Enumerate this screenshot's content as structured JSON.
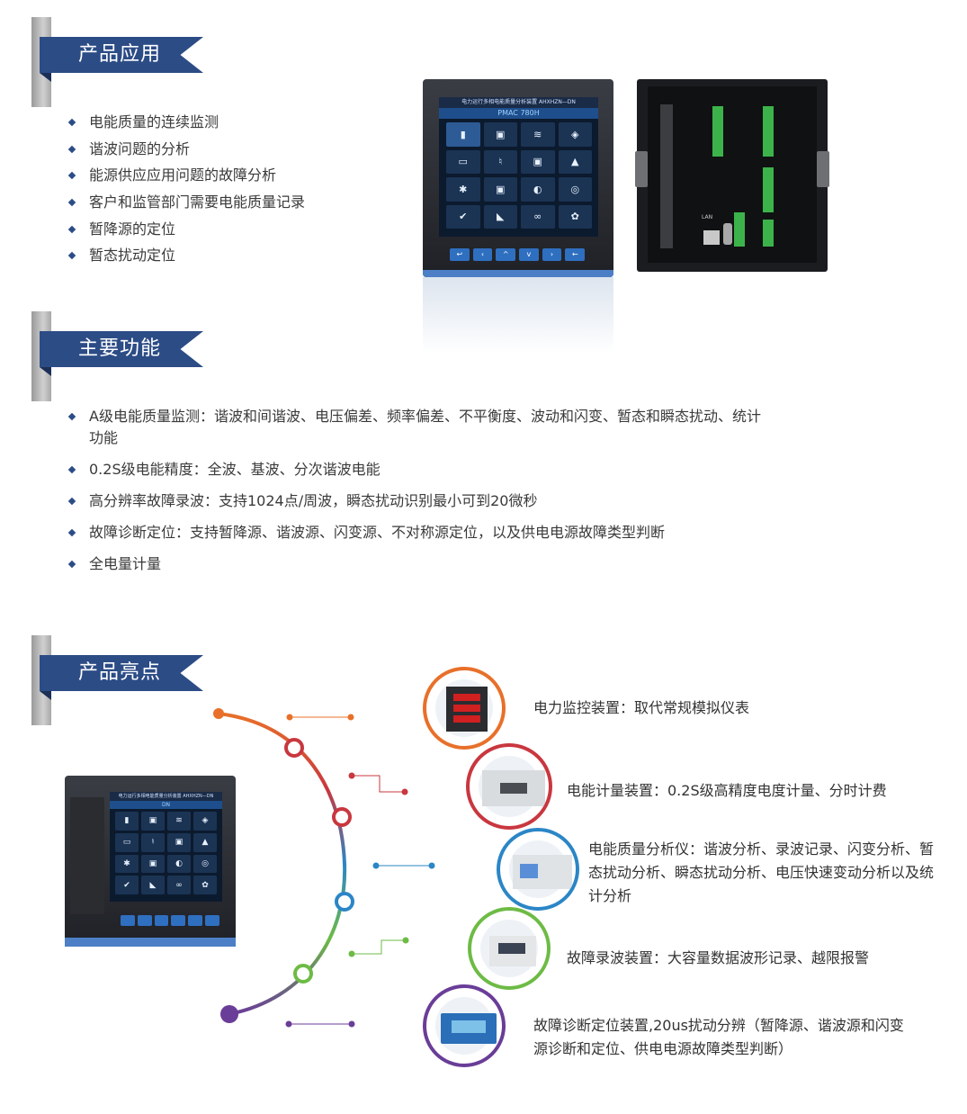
{
  "sections": {
    "application": {
      "title": "产品应用",
      "items": [
        "电能质量的连续监测",
        "谐波问题的分析",
        "能源供应应用问题的故障分析",
        "客户和监管部门需要电能质量记录",
        "暂降源的定位",
        "暂态扰动定位"
      ]
    },
    "functions": {
      "title": "主要功能",
      "items": [
        "A级电能质量监测：谐波和间谐波、电压偏差、频率偏差、不平衡度、波动和闪变、暂态和瞬态扰动、统计功能",
        "0.2S级电能精度：全波、基波、分次谐波电能",
        "高分辨率故障录波：支持1024点/周波，瞬态扰动识别最小可到20微秒",
        "故障诊断定位：支持暂降源、谐波源、闪变源、不对称源定位，以及供电电源故障类型判断",
        "全电量计量"
      ]
    },
    "highlights": {
      "title": "产品亮点",
      "items": [
        {
          "text": "电力监控装置：取代常规模拟仪表",
          "color": "#e8702a"
        },
        {
          "text": "电能计量装置：0.2S级高精度电度计量、分时计费",
          "color": "#c9373f"
        },
        {
          "text": "电能质量分析仪：谐波分析、录波记录、闪变分析、暂态扰动分析、瞬态扰动分析、电压快速变动分析以及统计分析",
          "color": "#2b86c6"
        },
        {
          "text": "故障录波装置：大容量数据波形记录、越限报警",
          "color": "#6dbb45"
        },
        {
          "text": "故障诊断定位装置,20us扰动分辨（暂降源、谐波源和闪变源诊断和定位、供电电源故障类型判断）",
          "color": "#6a3d98"
        }
      ]
    }
  },
  "device": {
    "header": "电力运行多相电能质量分析装置 AHXHZN—DN",
    "model": "PMAC 780H",
    "small_model": "DN",
    "lan_label": "LAN",
    "icons": [
      "▮",
      "▣",
      "≋",
      "◈",
      "▭",
      "♮",
      "▣",
      "▲",
      "✱",
      "▣",
      "◐",
      "◎",
      "✔",
      "◣",
      "∞",
      "✿"
    ]
  }
}
